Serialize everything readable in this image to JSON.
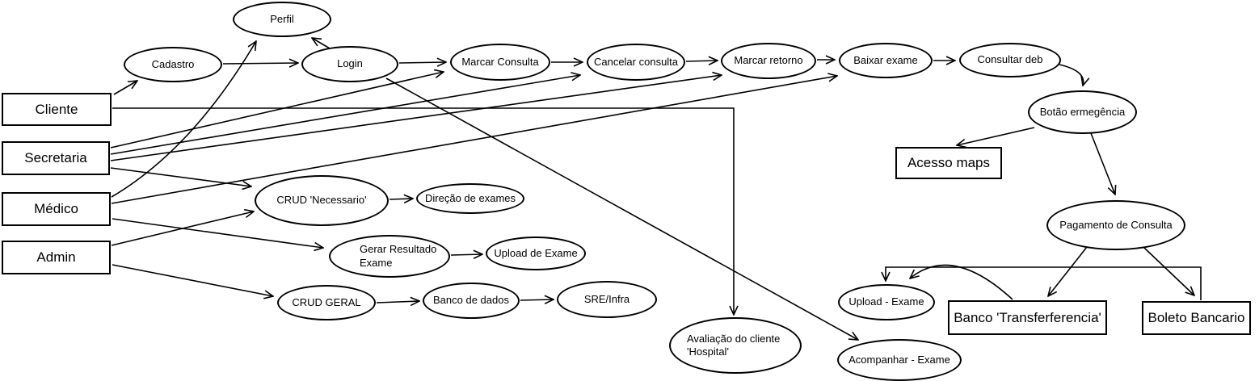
{
  "diagram": {
    "type": "use-case-diagram",
    "background_color": "#ffffff",
    "line_color": "#000000",
    "actors": [
      {
        "id": "cliente",
        "label": "Cliente"
      },
      {
        "id": "secretaria",
        "label": "Secretaria"
      },
      {
        "id": "medico",
        "label": "Médico"
      },
      {
        "id": "admin",
        "label": "Admin"
      }
    ],
    "usecases": [
      {
        "id": "perfil",
        "label": "Perfil"
      },
      {
        "id": "cadastro",
        "label": "Cadastro"
      },
      {
        "id": "login",
        "label": "Login"
      },
      {
        "id": "marcar-consulta",
        "label": "Marcar Consulta"
      },
      {
        "id": "cancelar-consulta",
        "label": "Cancelar consulta"
      },
      {
        "id": "marcar-retorno",
        "label": "Marcar retorno"
      },
      {
        "id": "baixar-exame",
        "label": "Baixar exame"
      },
      {
        "id": "consultar-deb",
        "label": "Consultar deb"
      },
      {
        "id": "botao-ermegencia",
        "label": "Botão ermegência"
      },
      {
        "id": "pagamento-consulta",
        "label": "Pagamento de Consulta"
      },
      {
        "id": "crud-necessario",
        "label": "CRUD 'Necessario'"
      },
      {
        "id": "direcao-exames",
        "label": "Direção de exames"
      },
      {
        "id": "gerar-resultado",
        "label": "Gerar Resultado\nExame"
      },
      {
        "id": "upload-de-exame",
        "label": "Upload de Exame"
      },
      {
        "id": "crud-geral",
        "label": "CRUD GERAL"
      },
      {
        "id": "banco-de-dados",
        "label": "Banco de dados"
      },
      {
        "id": "sre-infra",
        "label": "SRE/Infra"
      },
      {
        "id": "avaliacao-cliente",
        "label": "Avaliação do cliente\n'Hospital'"
      },
      {
        "id": "upload-exame",
        "label": "Upload - Exame"
      },
      {
        "id": "acompanhar-exame",
        "label": "Acompanhar - Exame"
      }
    ],
    "systems": [
      {
        "id": "acesso-maps",
        "label": "Acesso maps"
      },
      {
        "id": "banco-transferferencia",
        "label": "Banco 'Transferferencia'"
      },
      {
        "id": "boleto-bancario",
        "label": "Boleto Bancario"
      }
    ],
    "edges": [
      {
        "from": "cliente",
        "to": "cadastro"
      },
      {
        "from": "cliente",
        "to": "avaliacao-cliente"
      },
      {
        "from": "secretaria",
        "to": "marcar-consulta"
      },
      {
        "from": "secretaria",
        "to": "cancelar-consulta"
      },
      {
        "from": "secretaria",
        "to": "marcar-retorno"
      },
      {
        "from": "secretaria",
        "to": "crud-necessario"
      },
      {
        "from": "medico",
        "to": "perfil"
      },
      {
        "from": "medico",
        "to": "baixar-exame"
      },
      {
        "from": "medico",
        "to": "gerar-resultado"
      },
      {
        "from": "admin",
        "to": "crud-necessario"
      },
      {
        "from": "admin",
        "to": "crud-geral"
      },
      {
        "from": "cadastro",
        "to": "login"
      },
      {
        "from": "login",
        "to": "marcar-consulta"
      },
      {
        "from": "login",
        "to": "perfil"
      },
      {
        "from": "login",
        "to": "acompanhar-exame"
      },
      {
        "from": "marcar-consulta",
        "to": "cancelar-consulta"
      },
      {
        "from": "cancelar-consulta",
        "to": "marcar-retorno"
      },
      {
        "from": "marcar-retorno",
        "to": "baixar-exame"
      },
      {
        "from": "baixar-exame",
        "to": "consultar-deb"
      },
      {
        "from": "consultar-deb",
        "to": "botao-ermegencia"
      },
      {
        "from": "botao-ermegencia",
        "to": "acesso-maps"
      },
      {
        "from": "botao-ermegencia",
        "to": "pagamento-consulta"
      },
      {
        "from": "pagamento-consulta",
        "to": "banco-transferferencia"
      },
      {
        "from": "pagamento-consulta",
        "to": "boleto-bancario"
      },
      {
        "from": "banco-transferferencia",
        "to": "upload-exame"
      },
      {
        "from": "boleto-bancario",
        "to": "upload-exame"
      },
      {
        "from": "crud-necessario",
        "to": "direcao-exames"
      },
      {
        "from": "gerar-resultado",
        "to": "upload-de-exame"
      },
      {
        "from": "crud-geral",
        "to": "banco-de-dados"
      },
      {
        "from": "banco-de-dados",
        "to": "sre-infra"
      }
    ]
  }
}
